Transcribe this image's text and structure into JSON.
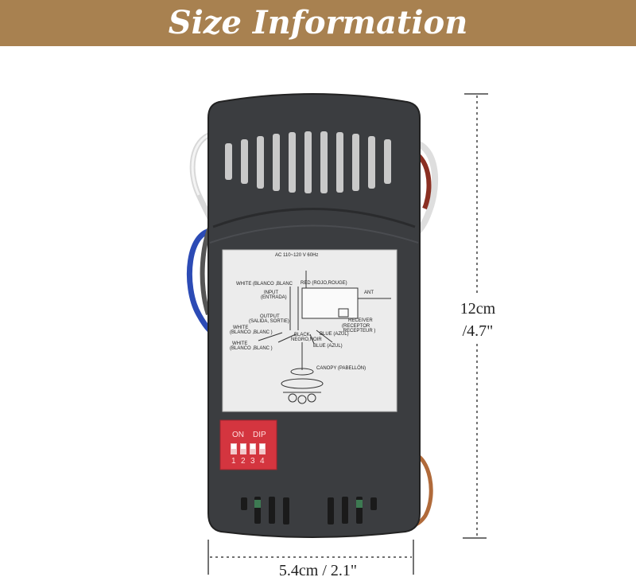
{
  "banner": {
    "title": "Size Information",
    "color": "#a88150"
  },
  "dimensions": {
    "height_cm": "12cm",
    "height_in": "/4.7\"",
    "width": "5.4cm / 2.1\""
  },
  "label": {
    "power": "AC 110~120 V 60Hz",
    "white_top": "WHITE (BLANCO ,BLANC",
    "red": "RED (ROJO,ROUGE)",
    "input": "INPUT",
    "input_es": "(ENTRADA)",
    "ant": "ANT",
    "output": "OUTPUT",
    "output_es": "(SALIDA, SORTIE)",
    "receiver": "RECEIVER",
    "receiver_es": "(RECEPTOR ,RECEPTEUR )",
    "white_mid": "WHITE",
    "white_mid_es": "(BLANCO ,BLANC )",
    "black": "BLACK",
    "black_es": "NEGRO,NOIR",
    "blue": "BLUE (AZUL)",
    "white_low": "WHITE",
    "white_low_es": "(BLANCO ,BLANC )",
    "blue_low": "BLUE (AZUL)",
    "canopy": "CANOPY (PABELLÓN)"
  },
  "dip_switch": {
    "on": "ON",
    "dip": "DIP",
    "numbers": [
      "1",
      "2",
      "3",
      "4"
    ],
    "color": "#d4353f"
  },
  "device_color": "#3b3d40"
}
